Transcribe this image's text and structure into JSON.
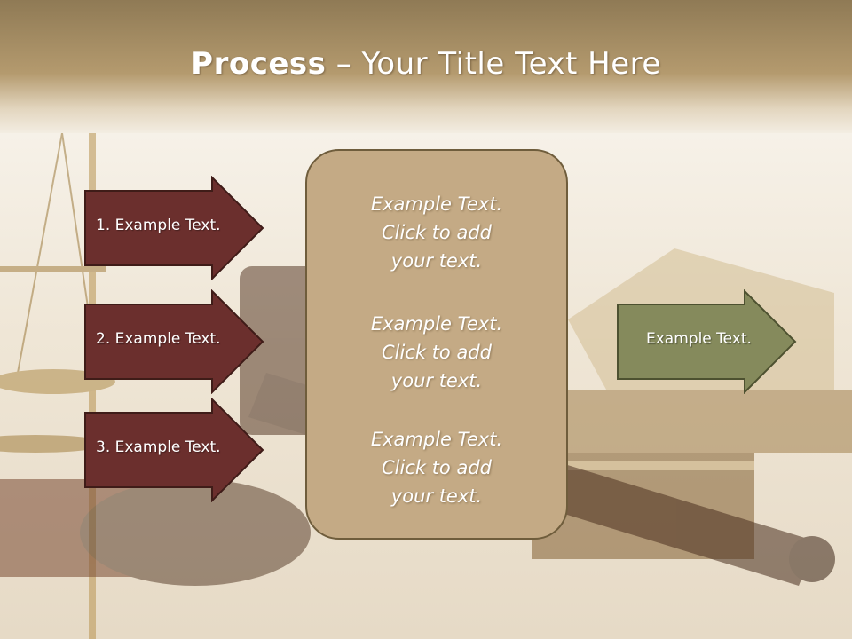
{
  "slide": {
    "title_bold": "Process",
    "title_dash": " – ",
    "title_rest": "Your Title Text Here"
  },
  "left_arrows": [
    {
      "label": "1. Example Text."
    },
    {
      "label": "2. Example Text."
    },
    {
      "label": "3. Example Text."
    }
  ],
  "center_blocks": [
    {
      "line1": "Example Text.",
      "line2": "Click  to add",
      "line3": "your text."
    },
    {
      "line1": "Example Text.",
      "line2": "Click  to add",
      "line3": "your text."
    },
    {
      "line1": "Example Text.",
      "line2": "Click  to add",
      "line3": "your text."
    }
  ],
  "right_arrow": {
    "label": "Example Text."
  },
  "colors": {
    "left_arrow_fill": "#6b2f2d",
    "left_arrow_stroke": "#3f1c18",
    "center_fill": "#c4aa85",
    "right_arrow_fill": "#858a5c",
    "right_arrow_stroke": "#4d5130"
  },
  "background": {
    "subject": "scales of justice, gavel and law books"
  }
}
